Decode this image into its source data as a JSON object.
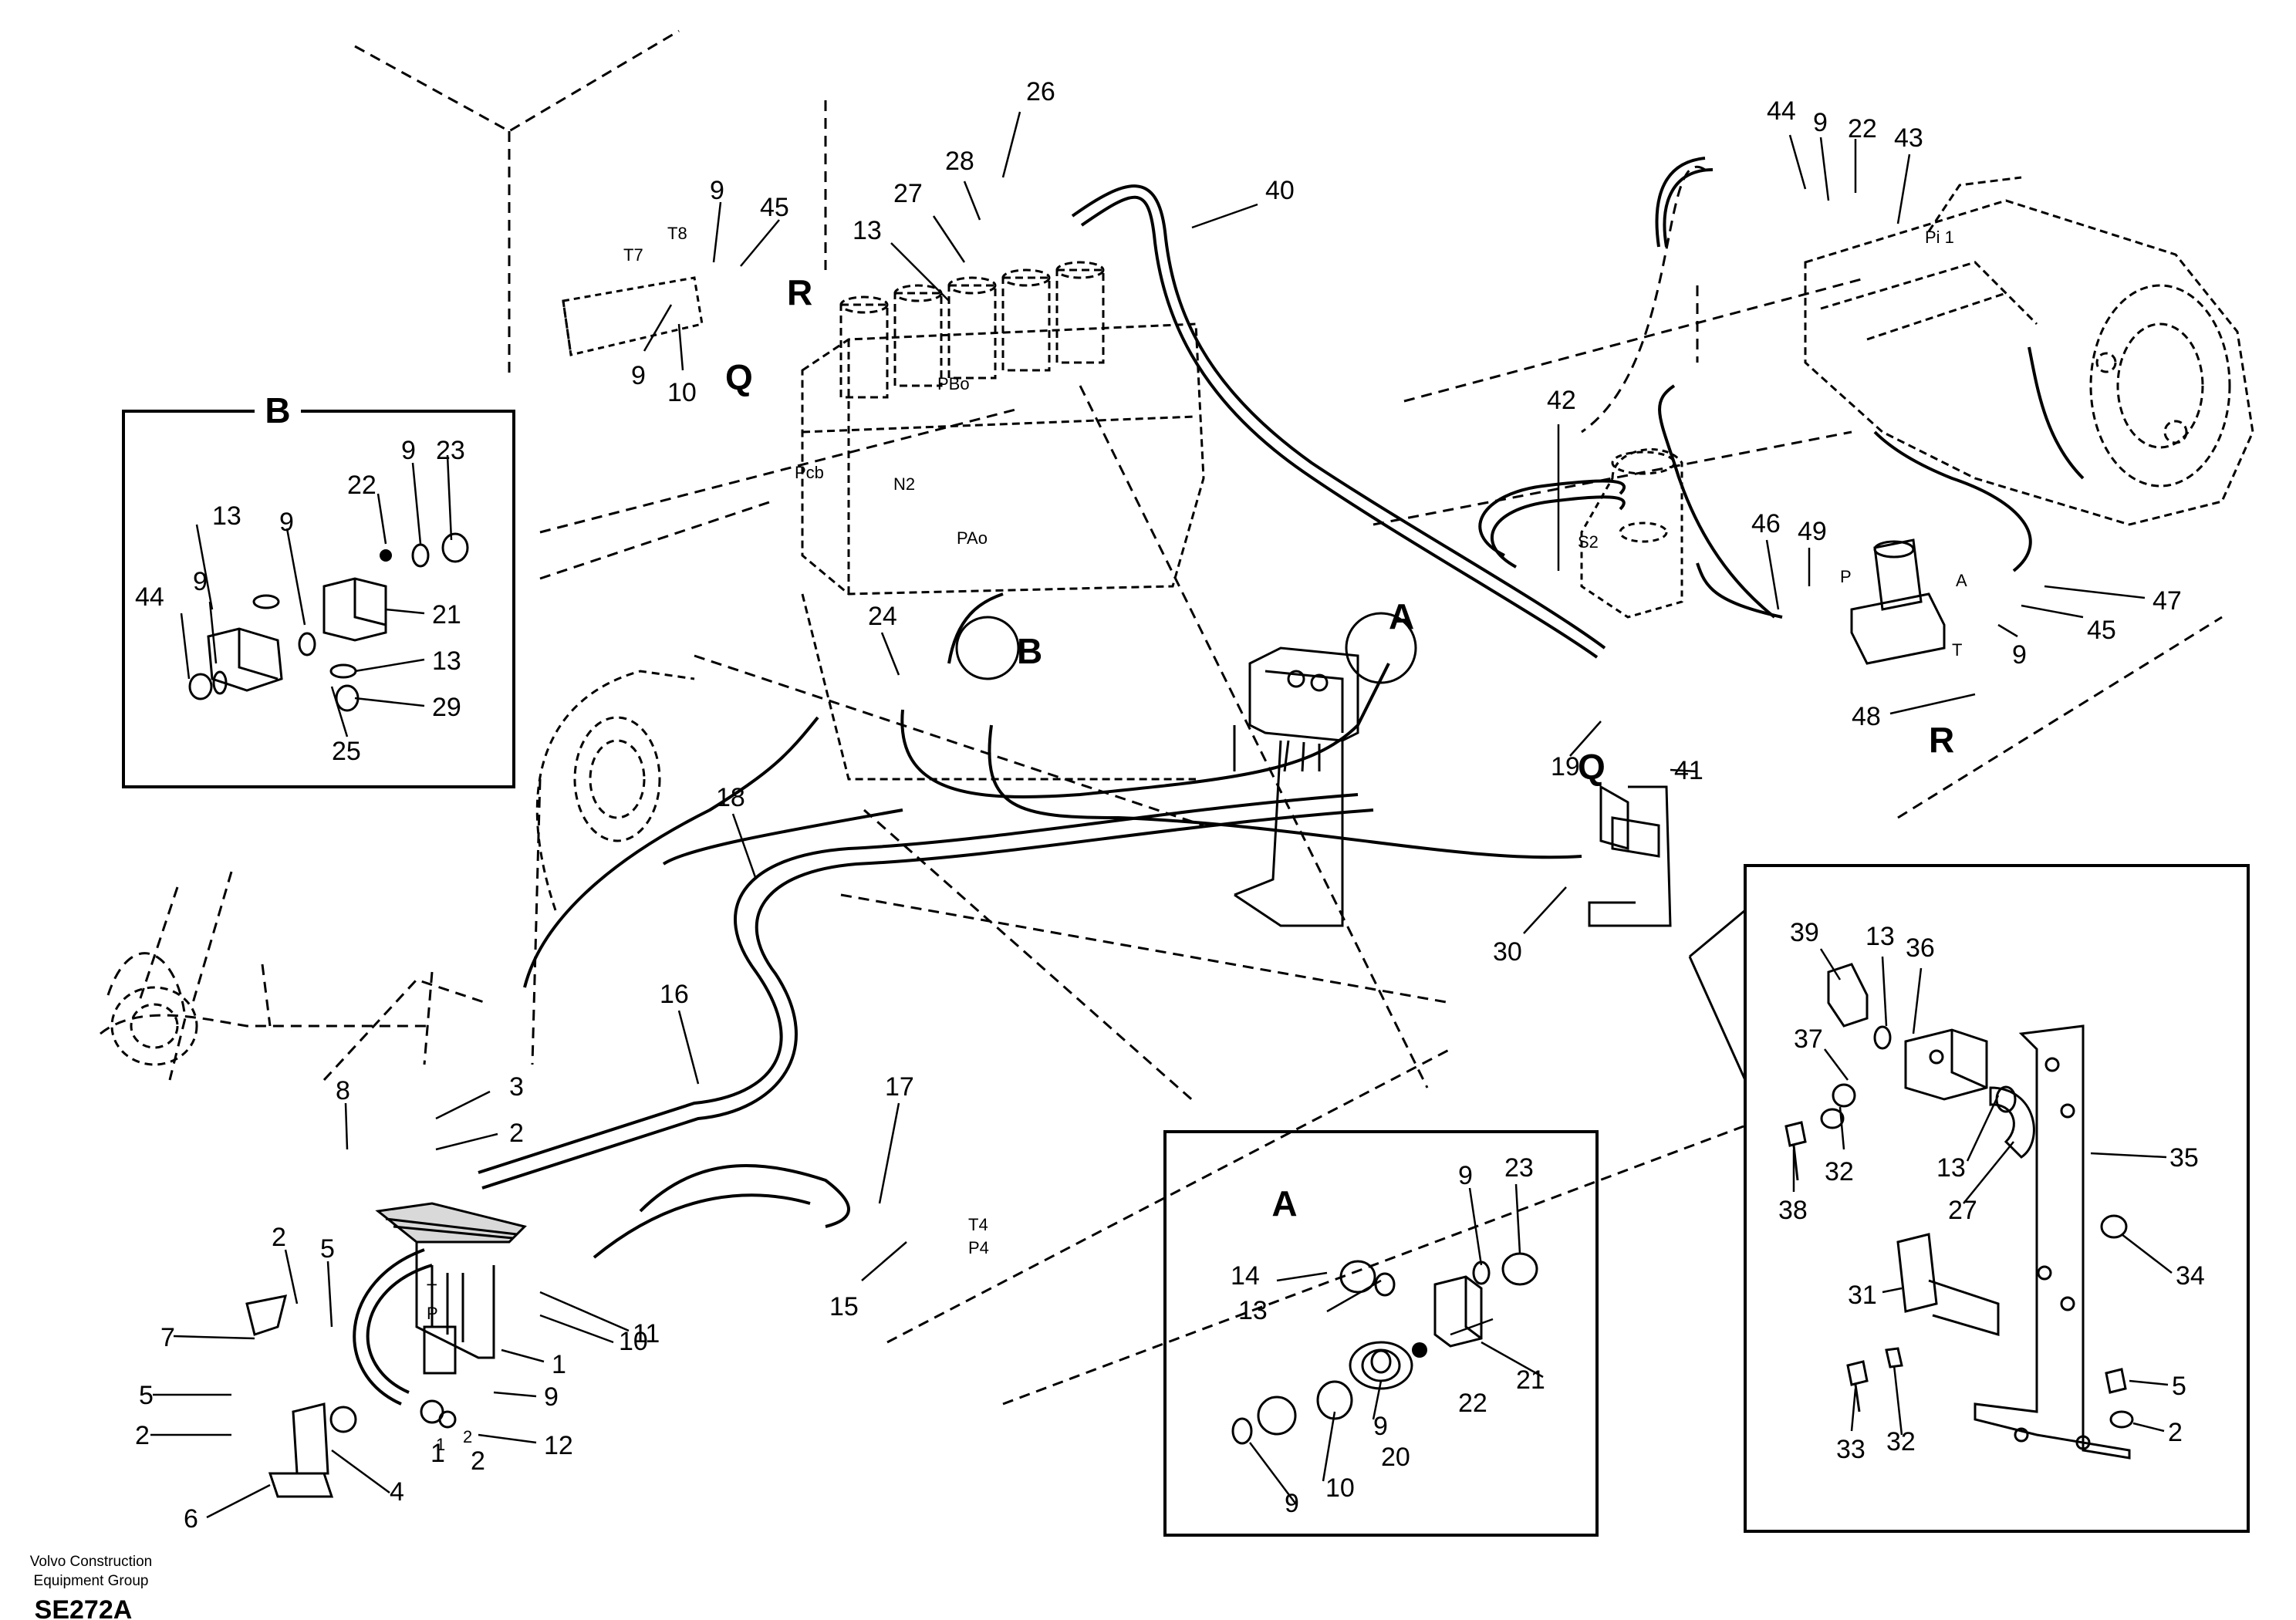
{
  "footer": {
    "line1": "Volvo Construction",
    "line2": "Equipment Group",
    "code": "SE272A"
  },
  "detail_letters": {
    "B_box": "B",
    "A_box": "A",
    "Q_top": "Q",
    "R_top": "R",
    "B_main": "B",
    "A_main": "A",
    "Q_right": "Q",
    "R_right": "R"
  },
  "port_labels": {
    "T7": "T7",
    "T8": "T8",
    "Pcb": "Pcb",
    "N2": "N2",
    "PBo": "PBo",
    "PAo": "PAo",
    "S2": "S2",
    "Pi1": "Pi 1",
    "P_valve": "P",
    "A_valve": "A",
    "T_valve": "T",
    "T4": "T4",
    "P4": "P4",
    "T_pedal": "T",
    "P_pedal": "P",
    "one_pedal": "1",
    "two_pedal": "2"
  },
  "callouts": [
    "26",
    "28",
    "27",
    "13",
    "40",
    "9",
    "45",
    "9",
    "10",
    "44",
    "9",
    "22",
    "43",
    "42",
    "46",
    "49",
    "47",
    "45",
    "9",
    "48",
    "24",
    "19",
    "41",
    "30",
    "18",
    "16",
    "17",
    "15",
    "3",
    "2",
    "8",
    "2",
    "5",
    "7",
    "5",
    "2",
    "6",
    "4",
    "1",
    "1",
    "10",
    "11",
    "9",
    "12",
    "2",
    "23",
    "9",
    "22",
    "13",
    "9",
    "44",
    "9",
    "21",
    "13",
    "29",
    "25",
    "39",
    "13",
    "36",
    "37",
    "32",
    "38",
    "13",
    "27",
    "35",
    "34",
    "31",
    "33",
    "32",
    "5",
    "2",
    "9",
    "23",
    "14",
    "13",
    "21",
    "22",
    "9",
    "10",
    "9",
    "20"
  ]
}
